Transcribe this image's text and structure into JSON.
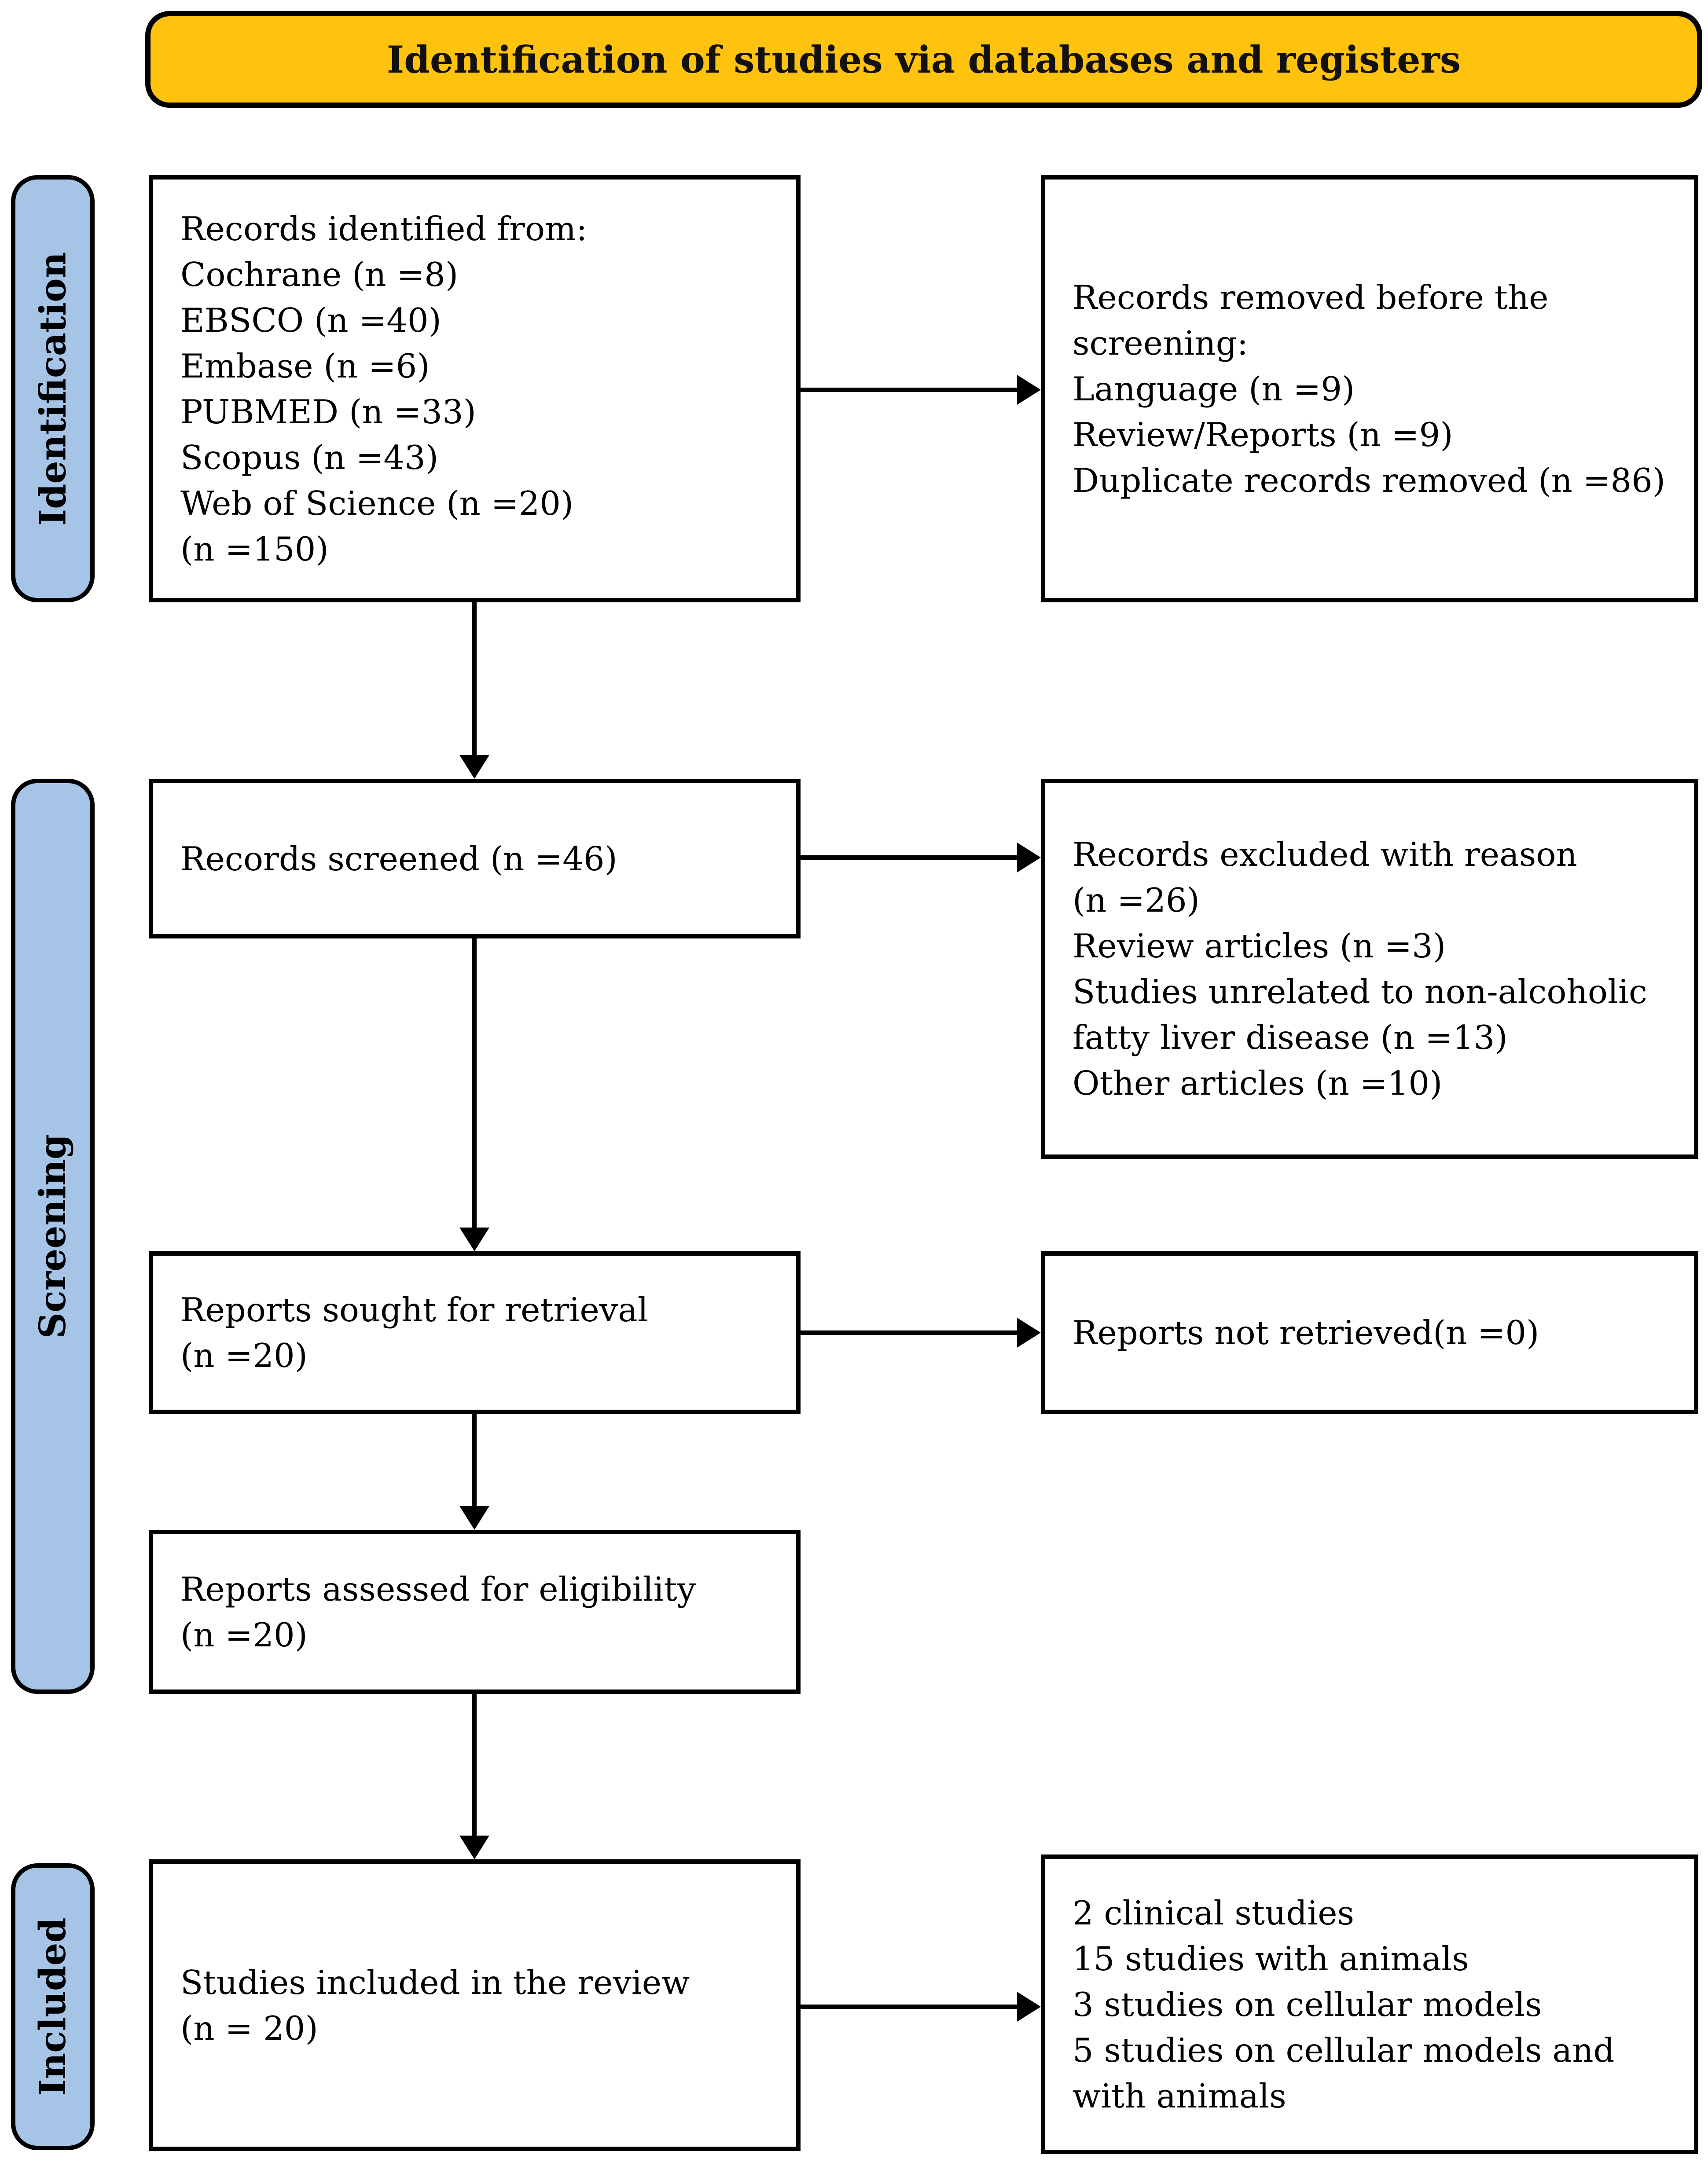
{
  "colors": {
    "banner-bg": "#FFC20E",
    "banner-text": "#111111",
    "sidebar-bg": "#A6C4E6",
    "sidebar-text": "#000000",
    "box-bg": "#FFFFFF",
    "box-border": "#000000",
    "arrow": "#000000"
  },
  "banner": {
    "title": "Identification of studies via databases and registers"
  },
  "sidebar": {
    "labels": [
      {
        "id": "identification",
        "text": "Identification"
      },
      {
        "id": "screening",
        "text": "Screening"
      },
      {
        "id": "included",
        "text": "Included"
      }
    ]
  },
  "boxes": {
    "records_identified": {
      "lines": [
        "Records identified from:",
        "Cochrane (n =8)",
        "EBSCO (n =40)",
        "Embase (n =6)",
        "PUBMED (n =33)",
        "Scopus (n =43)",
        "Web of Science (n =20)",
        "(n =150)"
      ]
    },
    "records_removed": {
      "lines": [
        "Records removed before the",
        "screening:",
        "Language (n =9)",
        "Review/Reports (n =9)",
        "Duplicate records removed (n =86)"
      ]
    },
    "records_screened": {
      "lines": [
        "Records screened (n =46)"
      ]
    },
    "records_excluded": {
      "lines": [
        "Records excluded with reason",
        "(n =26)",
        "Review articles (n =3)",
        "Studies unrelated to non-alcoholic",
        "fatty liver disease (n =13)",
        "Other articles (n =10)"
      ]
    },
    "reports_sought": {
      "lines": [
        "Reports sought for retrieval",
        "(n =20)"
      ]
    },
    "reports_not_retrieved": {
      "lines": [
        "Reports not retrieved(n =0)"
      ]
    },
    "reports_assessed": {
      "lines": [
        "Reports assessed for eligibility",
        "(n =20)"
      ]
    },
    "studies_included": {
      "lines": [
        "Studies included in the review",
        "(n = 20)"
      ]
    },
    "included_breakdown": {
      "lines": [
        "2 clinical studies",
        "15 studies with animals",
        "3 studies on cellular models",
        "5 studies on cellular models and",
        "with animals"
      ]
    }
  }
}
